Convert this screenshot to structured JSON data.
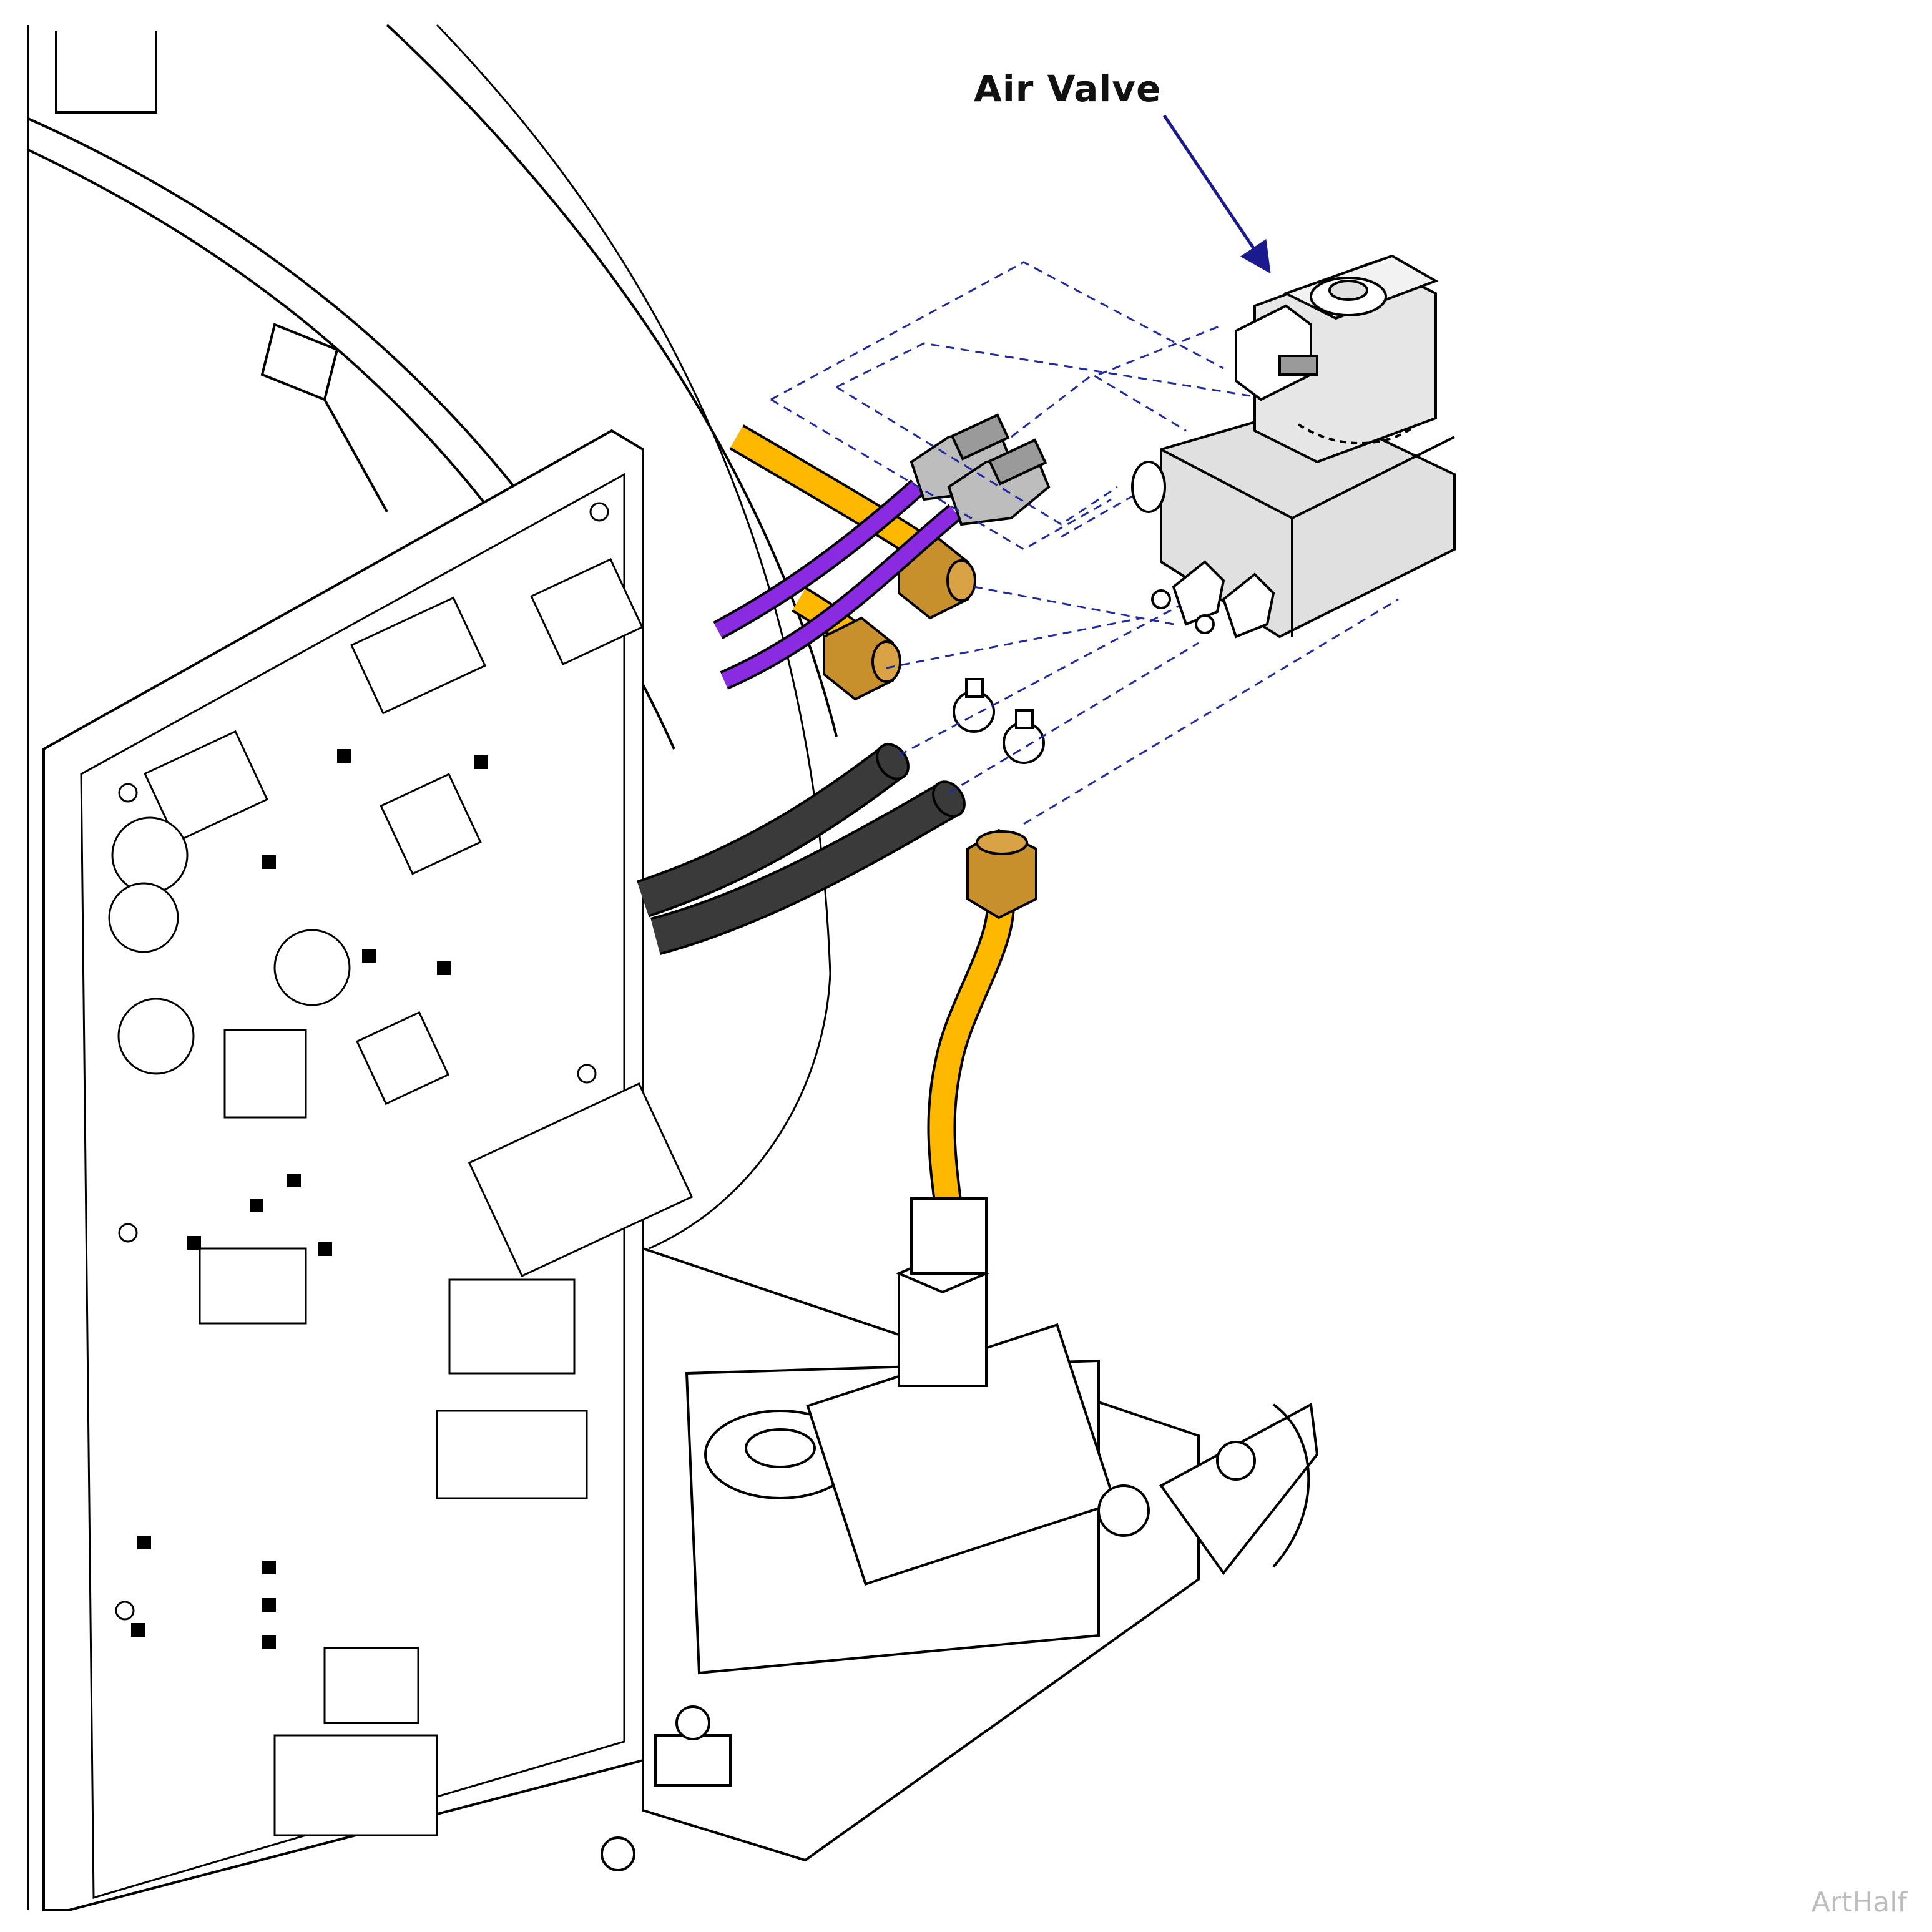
{
  "diagram": {
    "callout": {
      "label": "Air Valve"
    },
    "watermark": "ArtHalf",
    "colors": {
      "line": "#000000",
      "callout_arrow": "#1a1a8c",
      "leader_dashes": "#1f2a9e",
      "wire_purple": "#8a2be2",
      "tube_yellow": "#ffb800",
      "tube_black": "#3a3a3a",
      "fitting_brass": "#c8902c",
      "valve_body": "#e0e0e0"
    },
    "parts": [
      "air-valve",
      "wire-terminals",
      "brass-fittings",
      "hose-clamps",
      "control-board",
      "manifold-valves"
    ]
  }
}
